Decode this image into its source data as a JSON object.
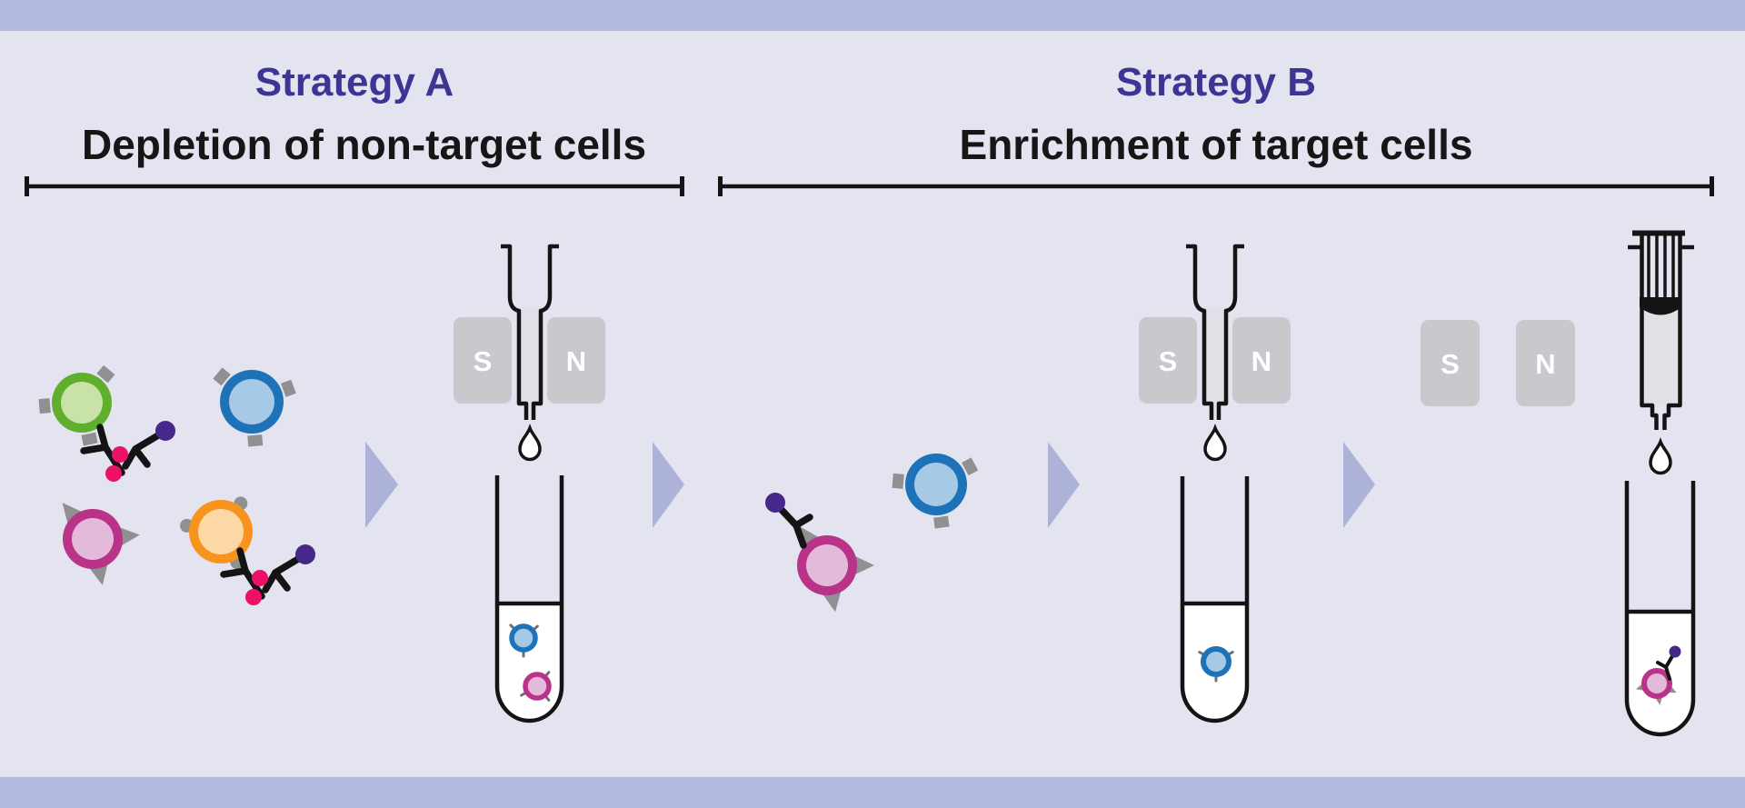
{
  "strategy_a": {
    "title": "Strategy A",
    "subtitle": "Depletion of non-target cells"
  },
  "strategy_b": {
    "title": "Strategy B",
    "subtitle": "Enrichment of target cells"
  },
  "magnet_labels": {
    "south": "S",
    "north": "N"
  },
  "palette": {
    "page_background": "#e3e4f0",
    "band": "#b4badf",
    "title_purple": "#3e3493",
    "subtitle_black": "#161616",
    "magnet_gray": "#c8c8cd",
    "column_gray": "#e0e1e6",
    "arrow_lavender": "#adb3d8",
    "cell_green": "#5fae2c",
    "cell_green_inner": "#c9e2a8",
    "cell_blue": "#1d72b8",
    "cell_blue_inner": "#a6c9e5",
    "cell_magenta": "#b93389",
    "cell_magenta_inner": "#e3bada",
    "cell_orange": "#f7941e",
    "cell_orange_inner": "#fcd8a7",
    "bead_pink": "#ec1164",
    "bead_purple": "#46288a",
    "receptor_gray": "#8e9092",
    "outline_black": "#141414",
    "liquid_white": "#ffffff"
  }
}
